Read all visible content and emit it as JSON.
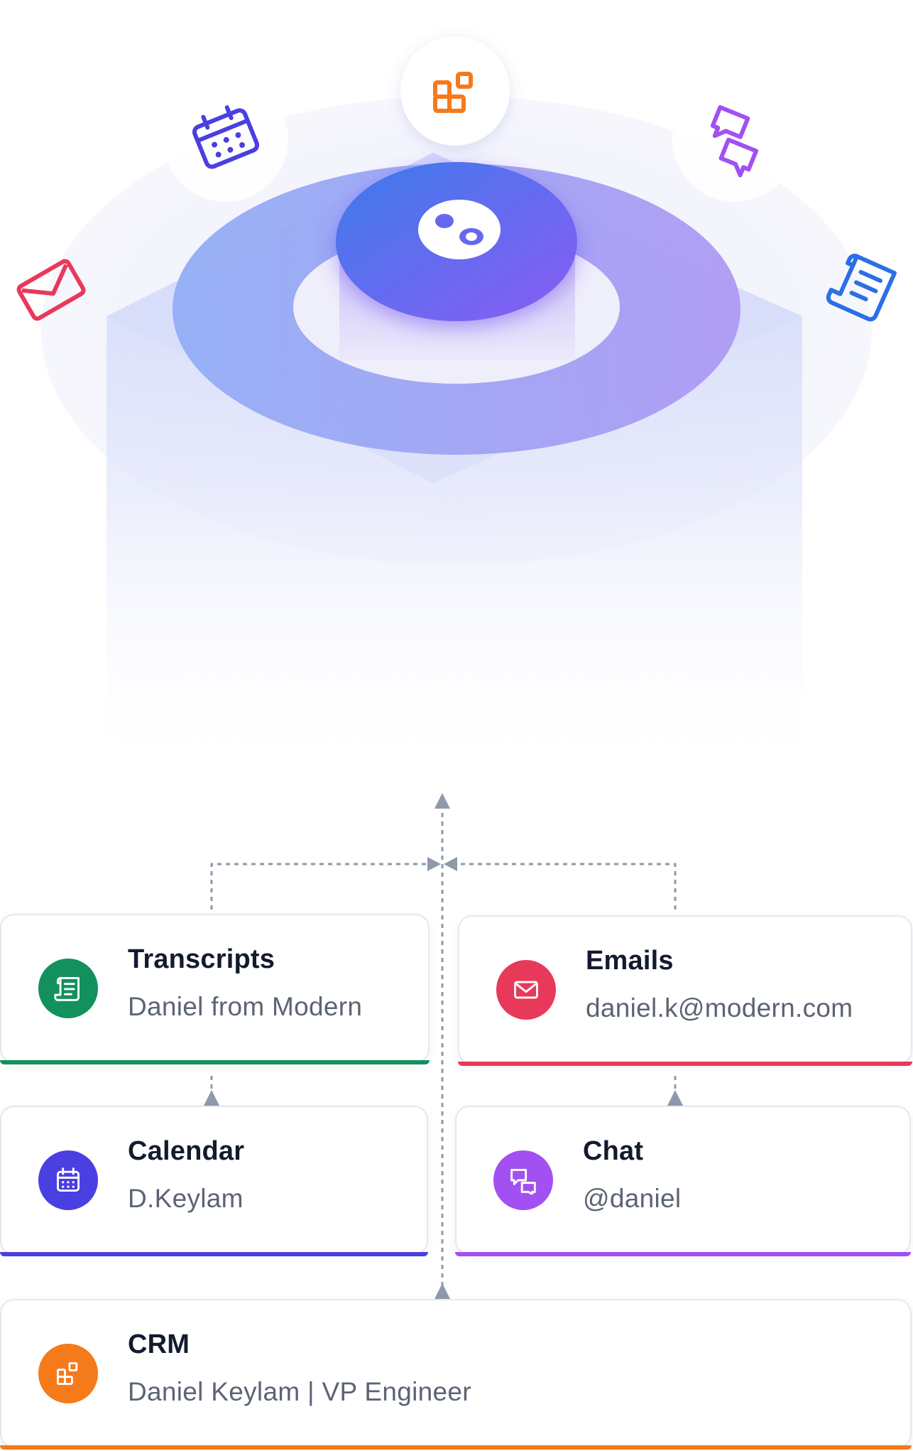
{
  "sources": [
    {
      "id": "transcripts",
      "title": "Transcripts",
      "subtitle": "Daniel from Modern",
      "color": "#12915d",
      "icon": "scroll-icon"
    },
    {
      "id": "emails",
      "title": "Emails",
      "subtitle": "daniel.k@modern.com",
      "color": "#e8395a",
      "icon": "envelope-icon"
    },
    {
      "id": "calendar",
      "title": "Calendar",
      "subtitle": "D.Keylam",
      "color": "#4a3fe0",
      "icon": "calendar-icon"
    },
    {
      "id": "chat",
      "title": "Chat",
      "subtitle": "@daniel",
      "color": "#a250f2",
      "icon": "chat-bubbles-icon"
    },
    {
      "id": "crm",
      "title": "CRM",
      "subtitle": "Daniel Keylam | VP Engineer",
      "color": "#f57a1a",
      "icon": "app-grid-icon"
    }
  ],
  "orbit_icons": [
    {
      "name": "envelope-icon",
      "color": "#e8395a"
    },
    {
      "name": "calendar-icon",
      "color": "#4a3fe0"
    },
    {
      "name": "app-grid-icon",
      "color": "#f57a1a"
    },
    {
      "name": "chat-bubbles-icon",
      "color": "#a250f2"
    },
    {
      "name": "scroll-icon",
      "color": "#2b6fe6"
    }
  ],
  "hub": {
    "icon": "hub-logo-icon",
    "gradient": [
      "#3d7bea",
      "#8a5cf5"
    ]
  }
}
